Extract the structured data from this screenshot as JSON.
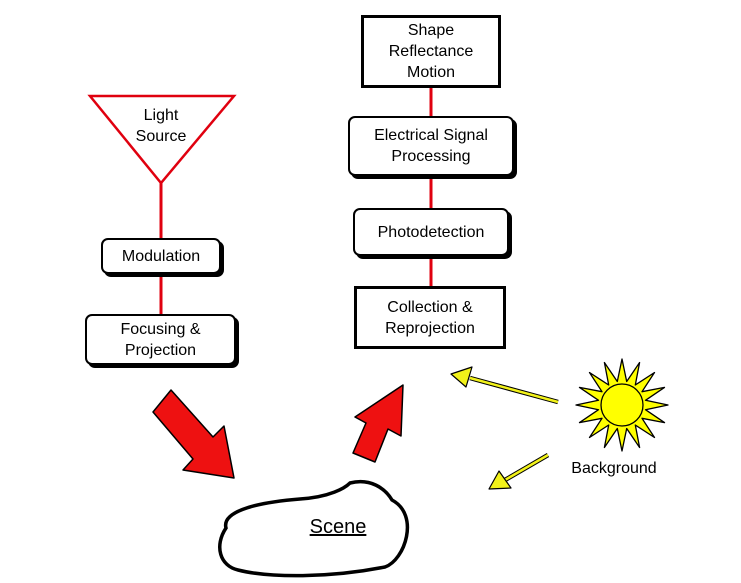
{
  "light_source": {
    "line1": "Light",
    "line2": "Source"
  },
  "modulation": "Modulation",
  "focusing": {
    "line1": "Focusing &",
    "line2": "Projection"
  },
  "shape_box": {
    "line1": "Shape",
    "line2": "Reflectance",
    "line3": "Motion"
  },
  "electrical": {
    "line1": "Electrical Signal",
    "line2": "Processing"
  },
  "photodetection": "Photodetection",
  "collection": {
    "line1": "Collection &",
    "line2": "Reprojection"
  },
  "scene": "Scene",
  "background": "Background",
  "colors": {
    "connector": "#e0000f",
    "big_arrow": "#ee1111",
    "yellow_arrow": "#f2f21a",
    "sun": "#ffff00"
  }
}
